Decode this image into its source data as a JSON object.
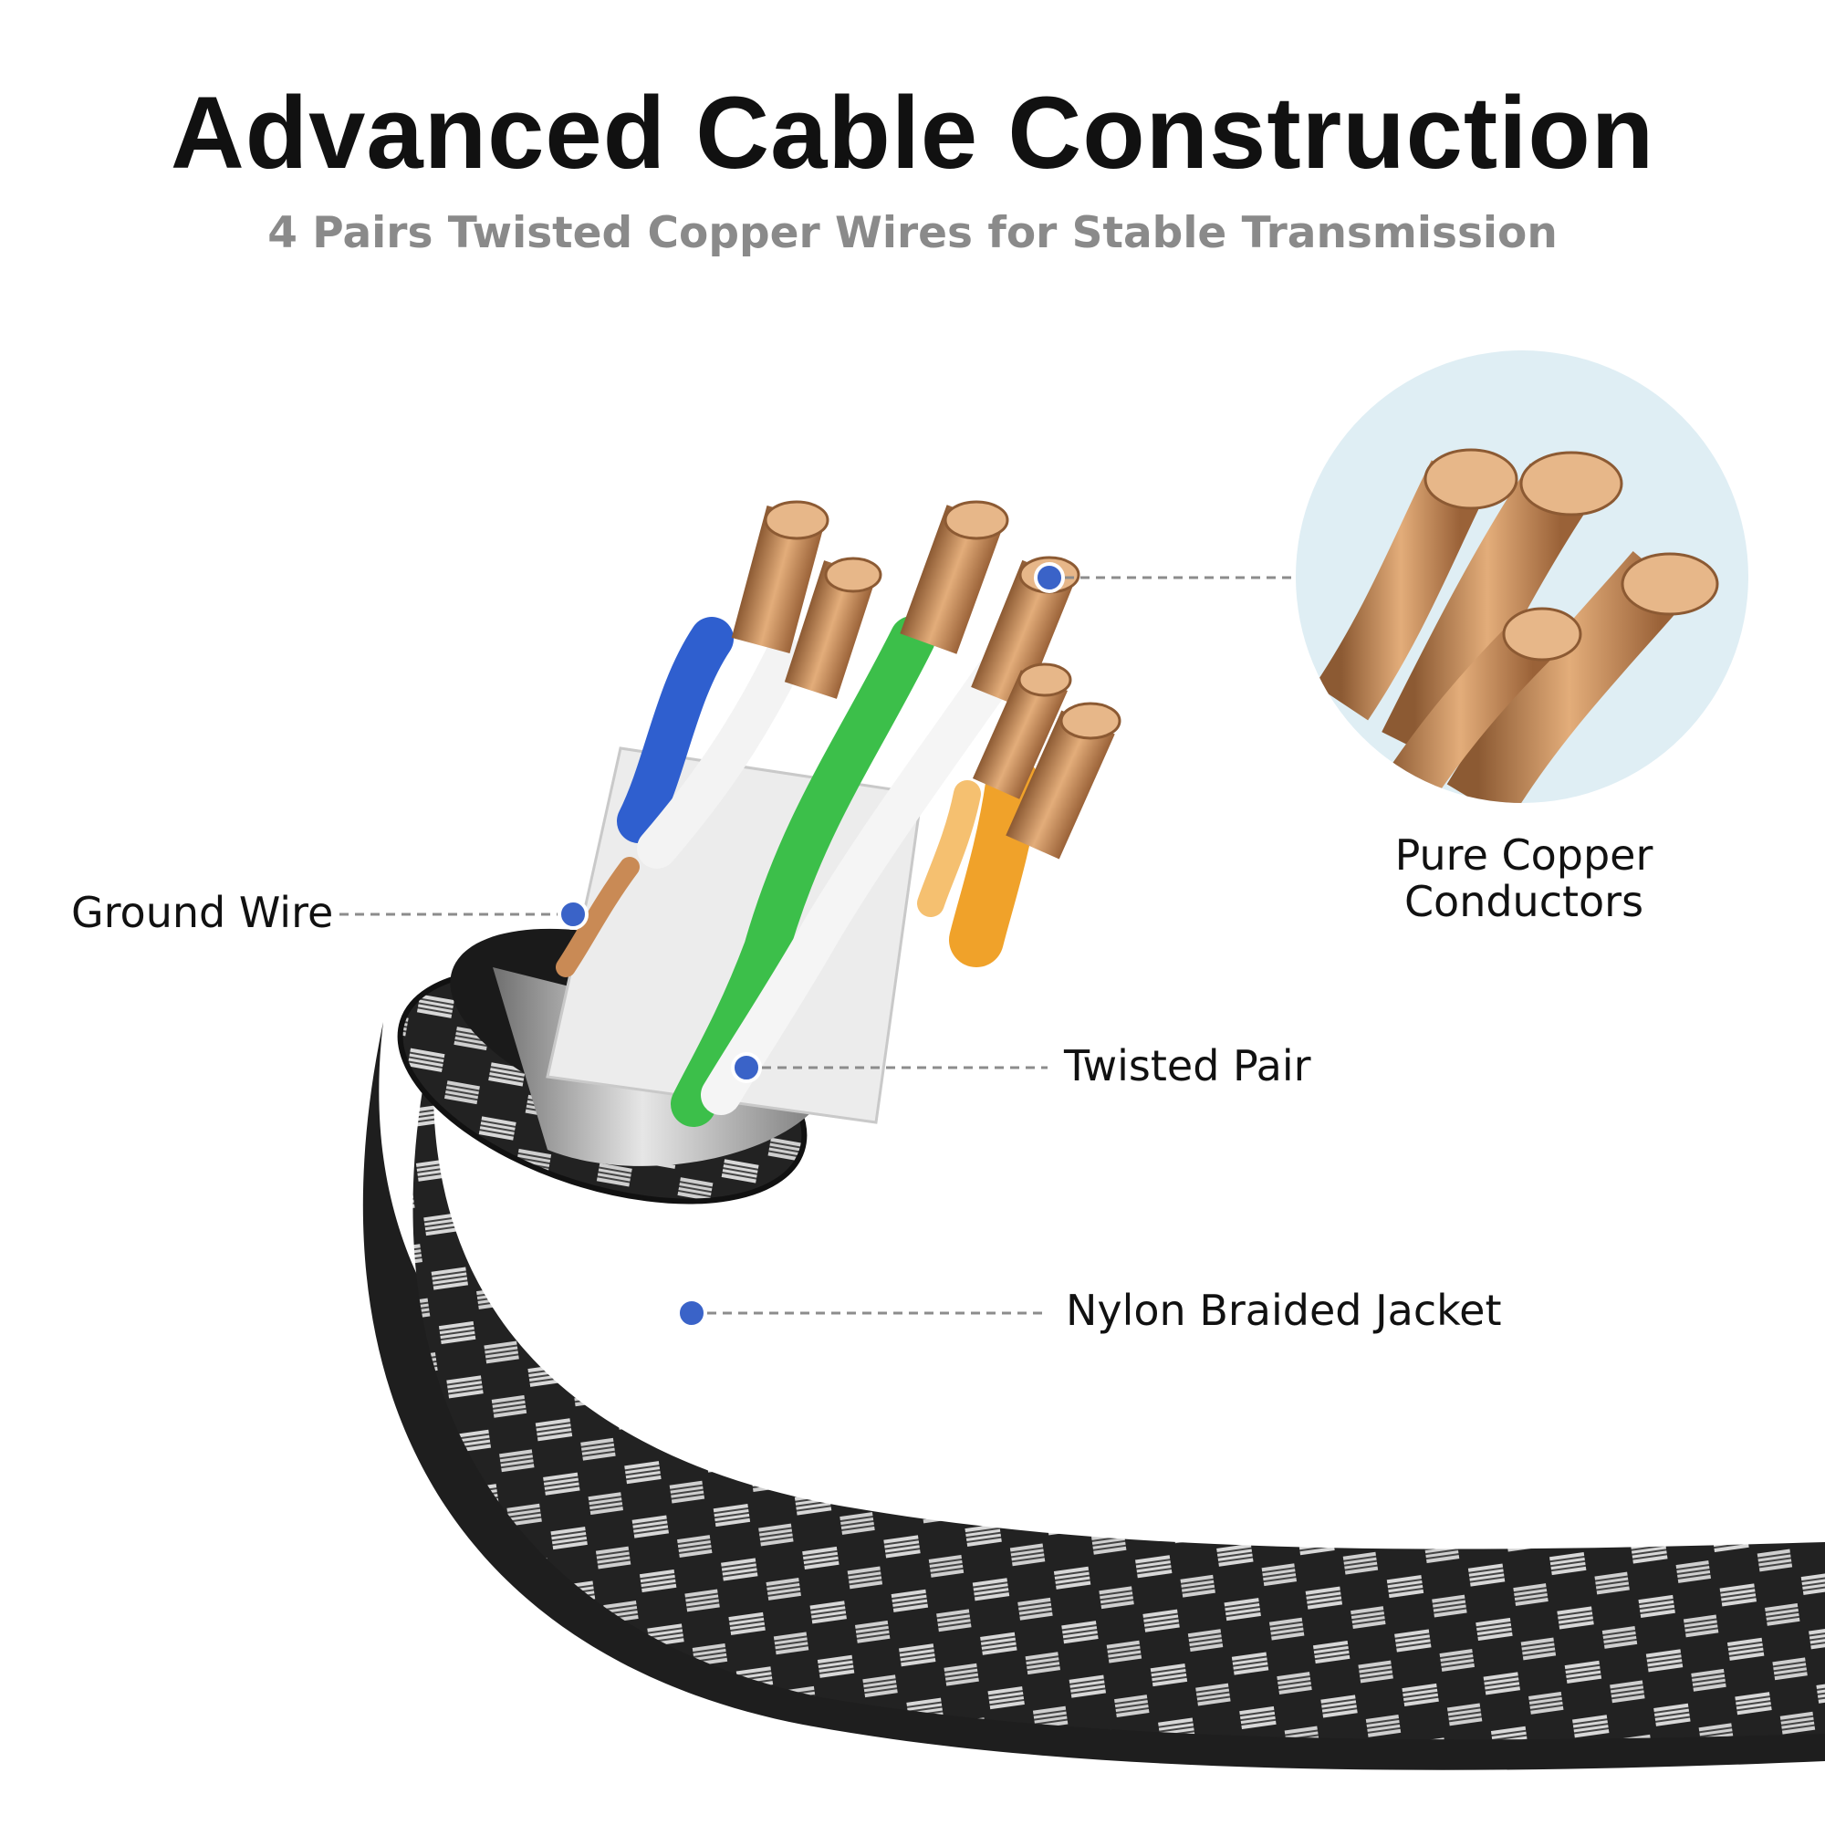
{
  "header": {
    "title": "Advanced Cable Construction",
    "subtitle": "4 Pairs Twisted Copper Wires for Stable Transmission"
  },
  "labels": {
    "ground_wire": "Ground Wire",
    "twisted_pair": "Twisted Pair",
    "jacket": "Nylon Braided Jacket",
    "copper_line1": "Pure Copper",
    "copper_line2": "Conductors"
  },
  "colors": {
    "marker": "#3a63c8",
    "leader": "#8c8c8c",
    "copper": "#c98a55",
    "jacket_dark": "#262626",
    "jacket_light": "#d9d9d9",
    "blue_wire": "#2f5fcf",
    "green_wire": "#3cbf4a",
    "orange_wire": "#f0a22a",
    "zoom_bg": "#dfeef4"
  },
  "icons": {
    "marker": "blue-dot-marker-icon"
  }
}
